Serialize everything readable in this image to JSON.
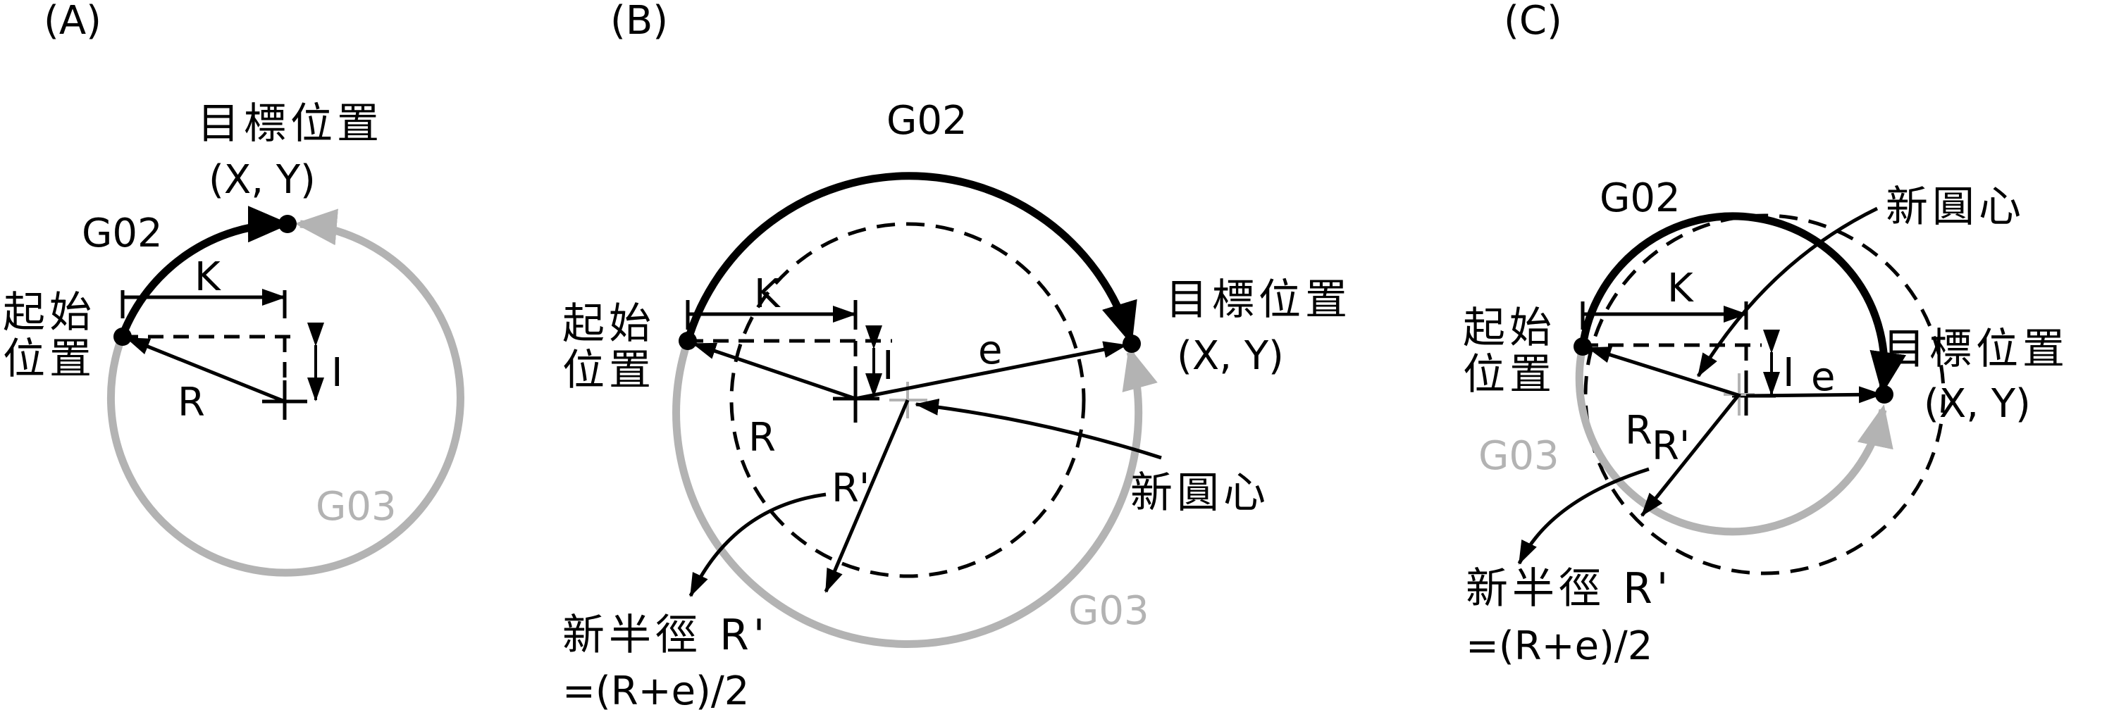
{
  "colors": {
    "black": "#000000",
    "gray": "#b3b3b3",
    "background": "#ffffff"
  },
  "panels": [
    {
      "id": "A",
      "label": "(A)",
      "g02": "G02",
      "g03": "G03",
      "target_line1": "目標位置",
      "target_line2": "(X, Y)",
      "start_line1": "起始",
      "start_line2": "位置",
      "k": "K",
      "i": "I",
      "r": "R"
    },
    {
      "id": "B",
      "label": "(B)",
      "g02": "G02",
      "g03": "G03",
      "target_line1": "目標位置",
      "target_line2": "(X, Y)",
      "start_line1": "起始",
      "start_line2": "位置",
      "k": "K",
      "i": "I",
      "r": "R",
      "e": "e",
      "r_prime": "R'",
      "new_center": "新圓心",
      "new_radius_line1": "新半徑 R'",
      "new_radius_line2": "=(R+e)/2"
    },
    {
      "id": "C",
      "label": "(C)",
      "g02": "G02",
      "g03": "G03",
      "target_line1": "目標位置",
      "target_line2": "(X, Y)",
      "start_line1": "起始",
      "start_line2": "位置",
      "k": "K",
      "i": "I",
      "r": "R",
      "e": "e",
      "r_prime": "R'",
      "new_center": "新圓心",
      "new_radius_line1": "新半徑 R'",
      "new_radius_line2": "=(R+e)/2"
    }
  ]
}
